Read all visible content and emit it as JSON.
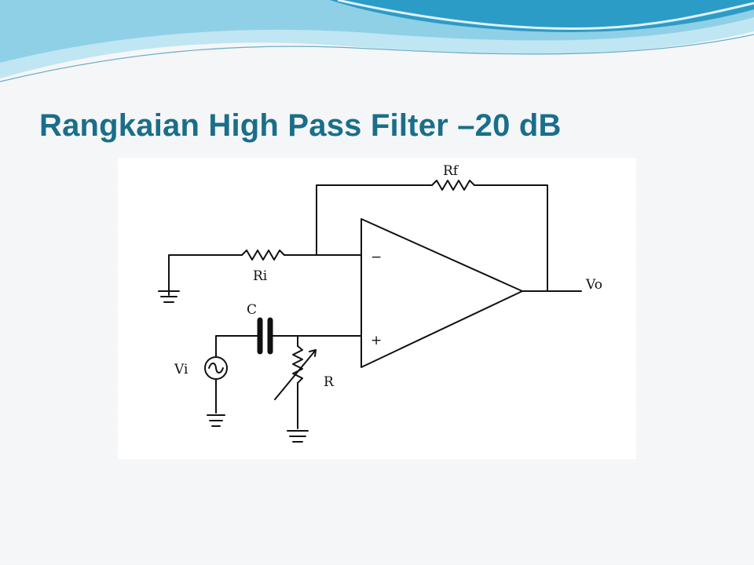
{
  "slide": {
    "title": "Rangkaian High Pass Filter –20 dB"
  },
  "theme": {
    "title_color": "#1a6e8a",
    "wave_dark": "#2a9fc4",
    "wave_light": "#9fd9ec",
    "background": "#f6f7f8"
  },
  "diagram": {
    "labels": {
      "rf": "Rf",
      "ri": "Ri",
      "c": "C",
      "vi": "Vi",
      "r": "R",
      "vo": "Vo"
    },
    "opamp_inputs": {
      "inverting": "−",
      "non_inverting": "+"
    }
  }
}
